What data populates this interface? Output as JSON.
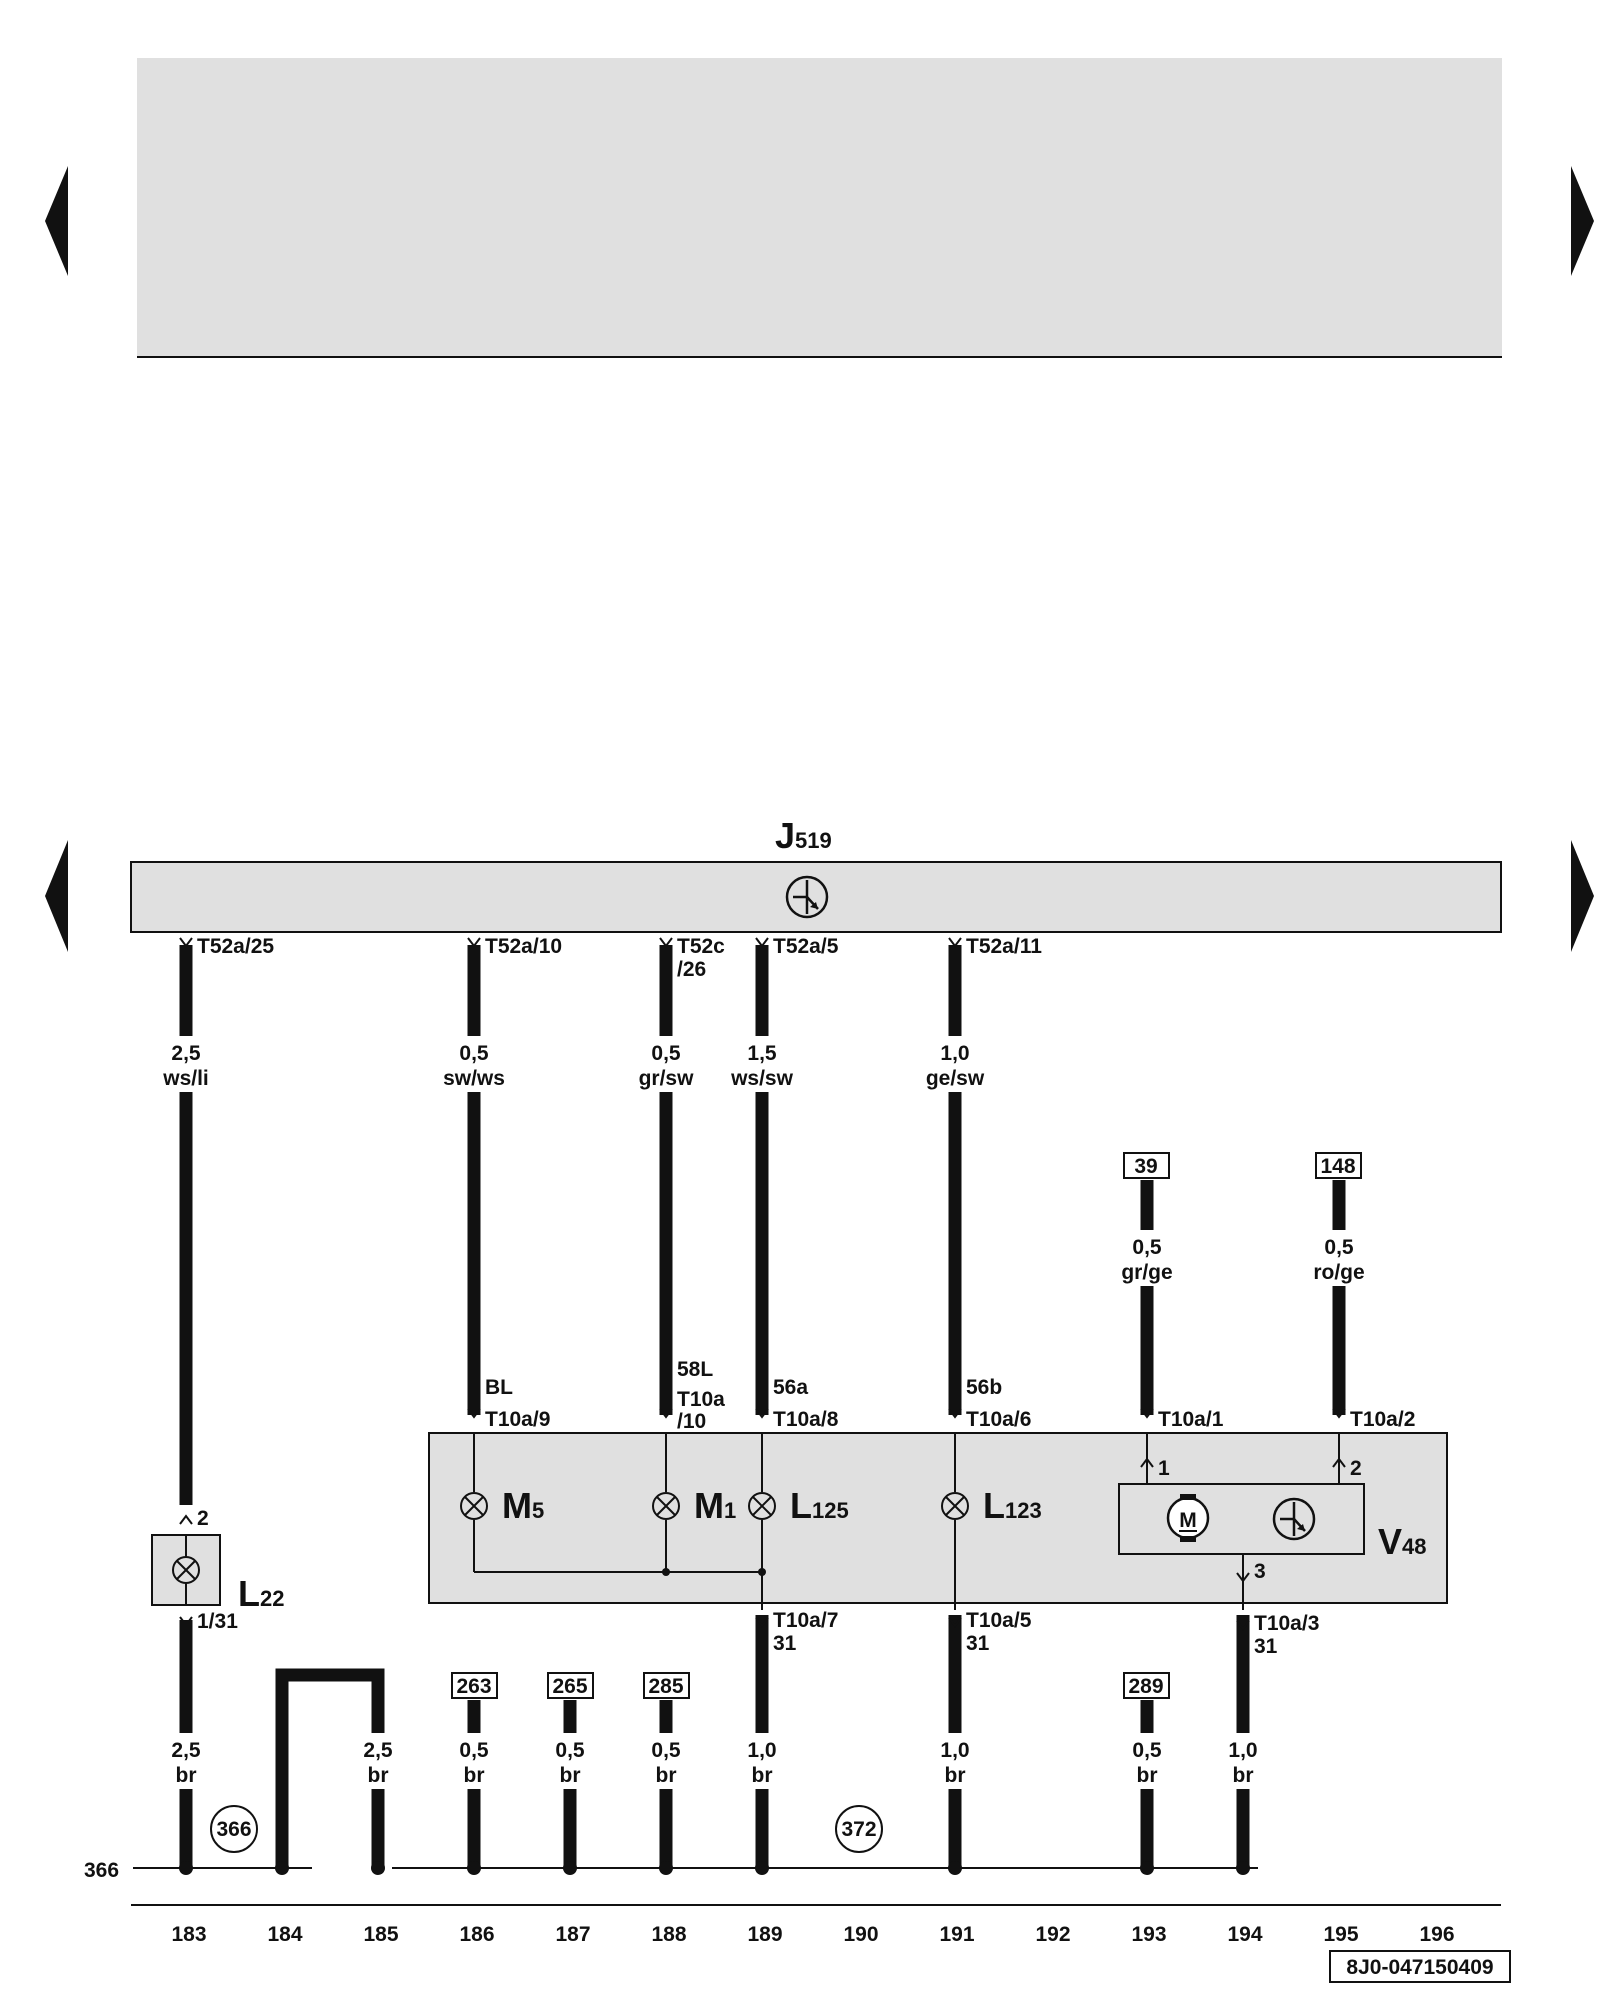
{
  "diagram": {
    "doc_id": "8J0-047150409",
    "control_unit": {
      "name": "J",
      "sub": "519"
    },
    "components": {
      "M5": {
        "name": "M",
        "sub": "5"
      },
      "M1": {
        "name": "M",
        "sub": "1"
      },
      "L125": {
        "name": "L",
        "sub": "125"
      },
      "L123": {
        "name": "L",
        "sub": "123"
      },
      "V48": {
        "name": "V",
        "sub": "48"
      },
      "L22": {
        "name": "L",
        "sub": "22"
      }
    },
    "motor_symbol": "M",
    "top_connectors": [
      "T52a/25",
      "T52a/10",
      "T52c",
      "/26",
      "T52a/5",
      "T52a/11"
    ],
    "upper_wires": [
      {
        "gauge": "2,5",
        "color": "ws/li"
      },
      {
        "gauge": "0,5",
        "color": "sw/ws"
      },
      {
        "gauge": "0,5",
        "color": "gr/sw"
      },
      {
        "gauge": "1,5",
        "color": "ws/sw"
      },
      {
        "gauge": "1,0",
        "color": "ge/sw"
      },
      {
        "gauge": "0,5",
        "color": "gr/ge"
      },
      {
        "gauge": "0,5",
        "color": "ro/ge"
      }
    ],
    "ref_boxes_top": [
      "39",
      "148"
    ],
    "terminals": [
      "BL",
      "58L",
      "56a",
      "56b"
    ],
    "module_connectors": [
      "T10a/9",
      "T10a",
      "/10",
      "T10a/8",
      "T10a/6",
      "T10a/1",
      "T10a/2"
    ],
    "v48_pins": [
      "1",
      "2",
      "3"
    ],
    "l22_pins": [
      "2",
      "1/31"
    ],
    "lower_connectors": [
      "T10a/7",
      "T10a/5",
      "T10a/3"
    ],
    "ground_label": "31",
    "ref_boxes_bottom": [
      "263",
      "265",
      "285",
      "289"
    ],
    "lower_wires": [
      {
        "gauge": "2,5",
        "color": "br"
      },
      {
        "gauge": "2,5",
        "color": "br"
      },
      {
        "gauge": "0,5",
        "color": "br"
      },
      {
        "gauge": "0,5",
        "color": "br"
      },
      {
        "gauge": "0,5",
        "color": "br"
      },
      {
        "gauge": "1,0",
        "color": "br"
      },
      {
        "gauge": "1,0",
        "color": "br"
      },
      {
        "gauge": "0,5",
        "color": "br"
      },
      {
        "gauge": "1,0",
        "color": "br"
      }
    ],
    "ground_refs": [
      "366",
      "372"
    ],
    "ground_line_label": "366",
    "column_numbers": [
      "183",
      "184",
      "185",
      "186",
      "187",
      "188",
      "189",
      "190",
      "191",
      "192",
      "193",
      "194",
      "195",
      "196"
    ]
  }
}
